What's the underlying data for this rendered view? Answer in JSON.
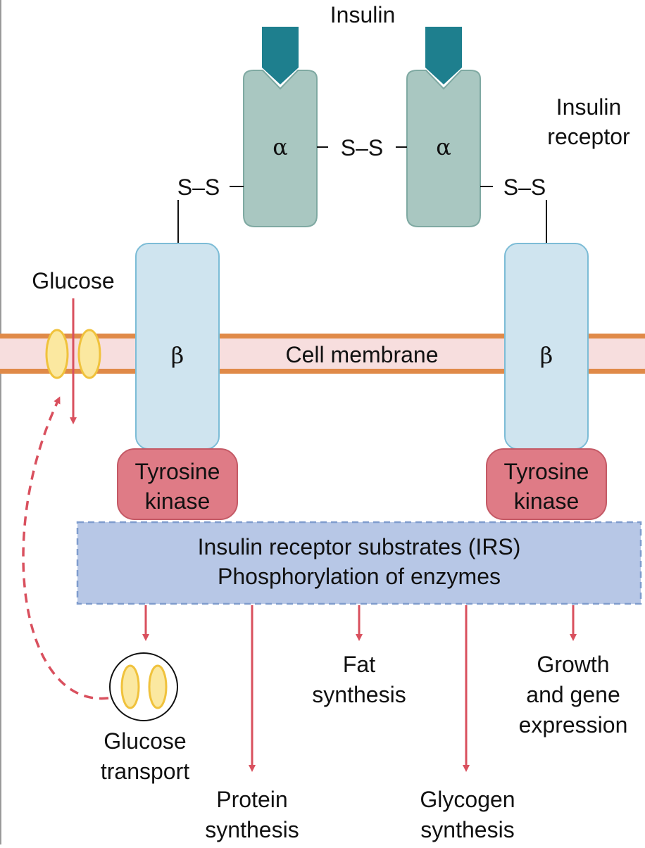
{
  "labels": {
    "insulin": "Insulin",
    "insulin_receptor_line1": "Insulin",
    "insulin_receptor_line2": "receptor",
    "alpha": "α",
    "beta": "β",
    "ss_left": "S–S",
    "ss_center": "S–S",
    "ss_right": "S–S",
    "glucose": "Glucose",
    "cell_membrane": "Cell membrane",
    "tyrosine_kinase_line1": "Tyrosine",
    "tyrosine_kinase_line2": "kinase",
    "irs_line1": "Insulin receptor substrates (IRS)",
    "irs_line2": "Phosphorylation of enzymes",
    "fat_synthesis_line1": "Fat",
    "fat_synthesis_line2": "synthesis",
    "growth_line1": "Growth",
    "growth_line2": "and gene",
    "growth_line3": "expression",
    "glucose_transport_line1": "Glucose",
    "glucose_transport_line2": "transport",
    "protein_synthesis_line1": "Protein",
    "protein_synthesis_line2": "synthesis",
    "glycogen_synthesis_line1": "Glycogen",
    "glycogen_synthesis_line2": "synthesis"
  },
  "colors": {
    "insulin": "#1e7f8e",
    "alpha_subunit": "#a9c7c1",
    "alpha_border": "#7fa9a2",
    "beta_subunit": "#cfe4ef",
    "beta_border": "#7cbcd6",
    "tyrosine_kinase": "#df7b86",
    "tyrosine_kinase_border": "#c45a66",
    "membrane_fill": "#f7dede",
    "membrane_line": "#e08a48",
    "irs_fill": "#b7c7e6",
    "irs_border": "#7f9ccd",
    "arrow": "#d9505e",
    "transporter_fill": "#fbe8a0",
    "transporter_border": "#f0c23c"
  }
}
